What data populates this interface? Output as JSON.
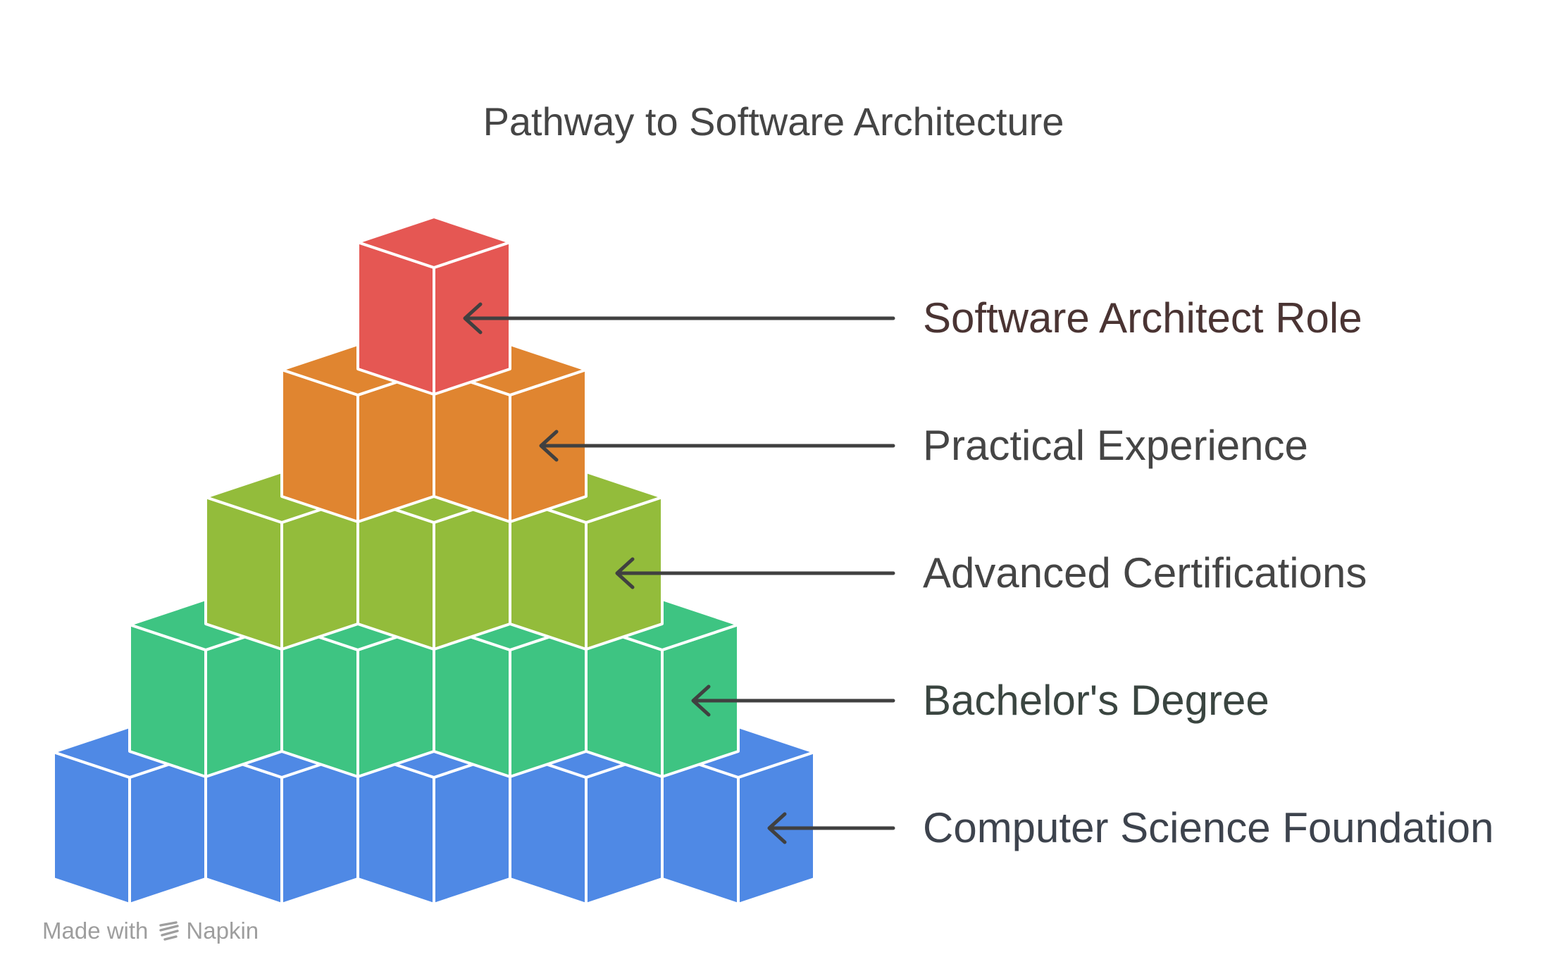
{
  "title": "Pathway to Software Architecture",
  "levels": [
    {
      "label": "Software Architect Role",
      "color": "#E55753",
      "label_color": "#4a3433",
      "blocks": 1
    },
    {
      "label": "Practical Experience",
      "color": "#E08530",
      "label_color": "#454545",
      "blocks": 2
    },
    {
      "label": "Advanced Certifications",
      "color": "#93BC3B",
      "label_color": "#454545",
      "blocks": 3
    },
    {
      "label": "Bachelor's Degree",
      "color": "#3EC482",
      "label_color": "#3a4540",
      "blocks": 4
    },
    {
      "label": "Computer Science Foundation",
      "color": "#4F89E5",
      "label_color": "#3d434d",
      "blocks": 5
    }
  ],
  "footer": {
    "made_with": "Made with",
    "brand": "Napkin",
    "icon": "napkin-logo-icon"
  }
}
